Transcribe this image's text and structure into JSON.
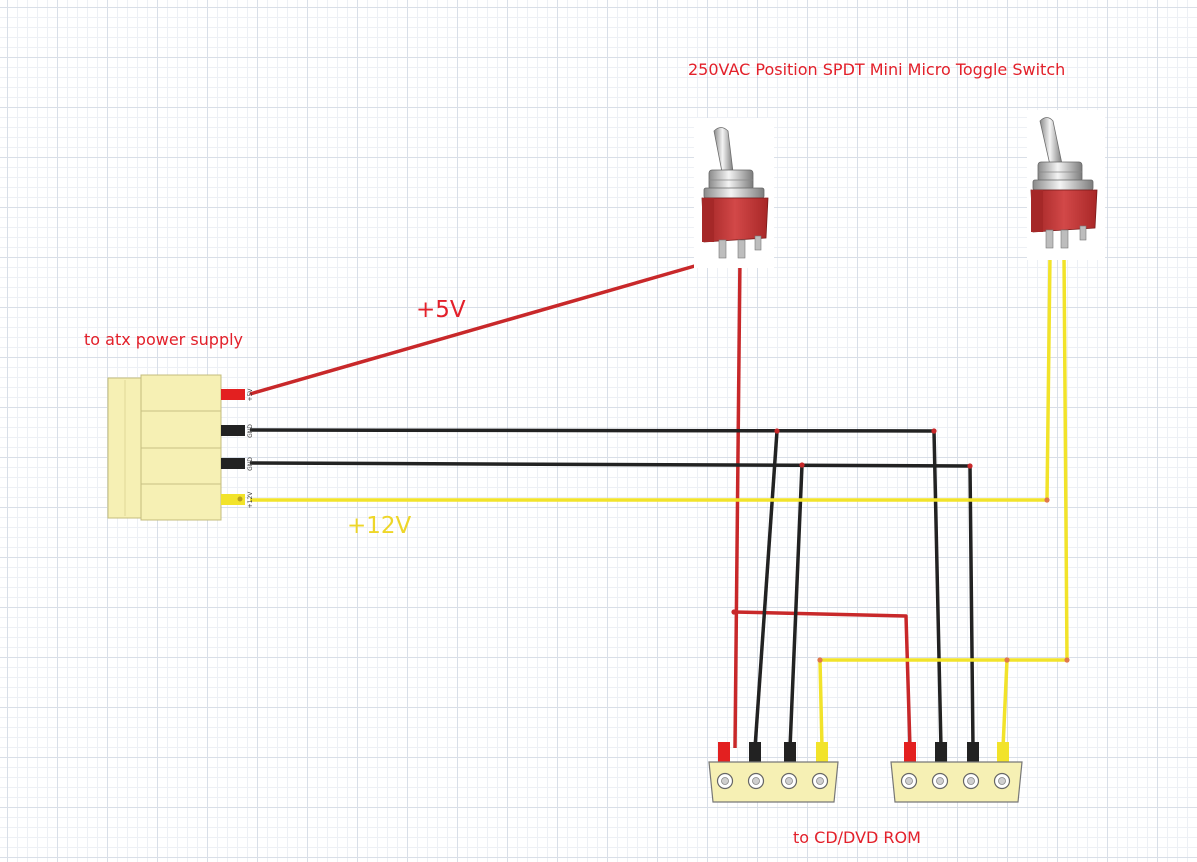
{
  "labels": {
    "switch_title": "250VAC Position SPDT Mini Micro Toggle Switch",
    "atx_label": "to atx power supply",
    "rom_label": "to CD/DVD ROM",
    "v5_label": "+5V",
    "v12_label": "+12V"
  },
  "atx_pins": [
    "+5V",
    "GND",
    "GND",
    "+12V"
  ],
  "colors": {
    "red_wire": "#c8282a",
    "black_wire": "#222222",
    "yellow_wire": "#f2e32a",
    "connector_body": "#f6f0b4",
    "switch_body": "#c53c3c",
    "label_red": "#e3202a",
    "label_yellow": "#eed628"
  }
}
